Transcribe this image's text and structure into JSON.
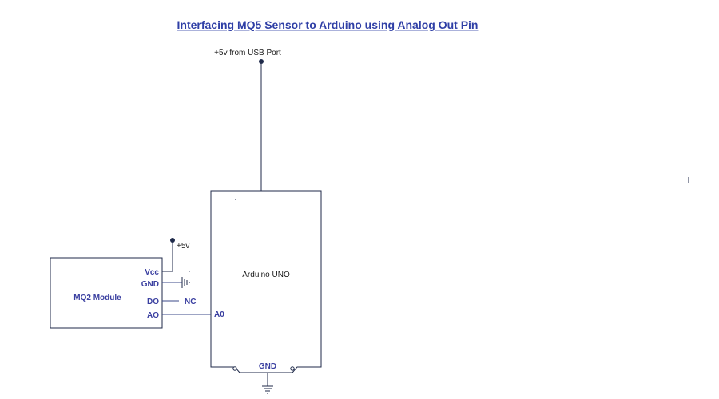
{
  "title": "Interfacing MQ5 Sensor to Arduino using Analog Out Pin",
  "usb_supply_label": "+5v from USB Port",
  "arduino": {
    "label": "Arduino UNO",
    "pin_a0": "A0",
    "pin_gnd": "GND"
  },
  "module": {
    "label": "MQ2 Module",
    "pins": {
      "vcc": "Vcc",
      "gnd": "GND",
      "do": "DO",
      "ao": "AO"
    },
    "supply_label": "+5v",
    "do_connection": "NC"
  }
}
